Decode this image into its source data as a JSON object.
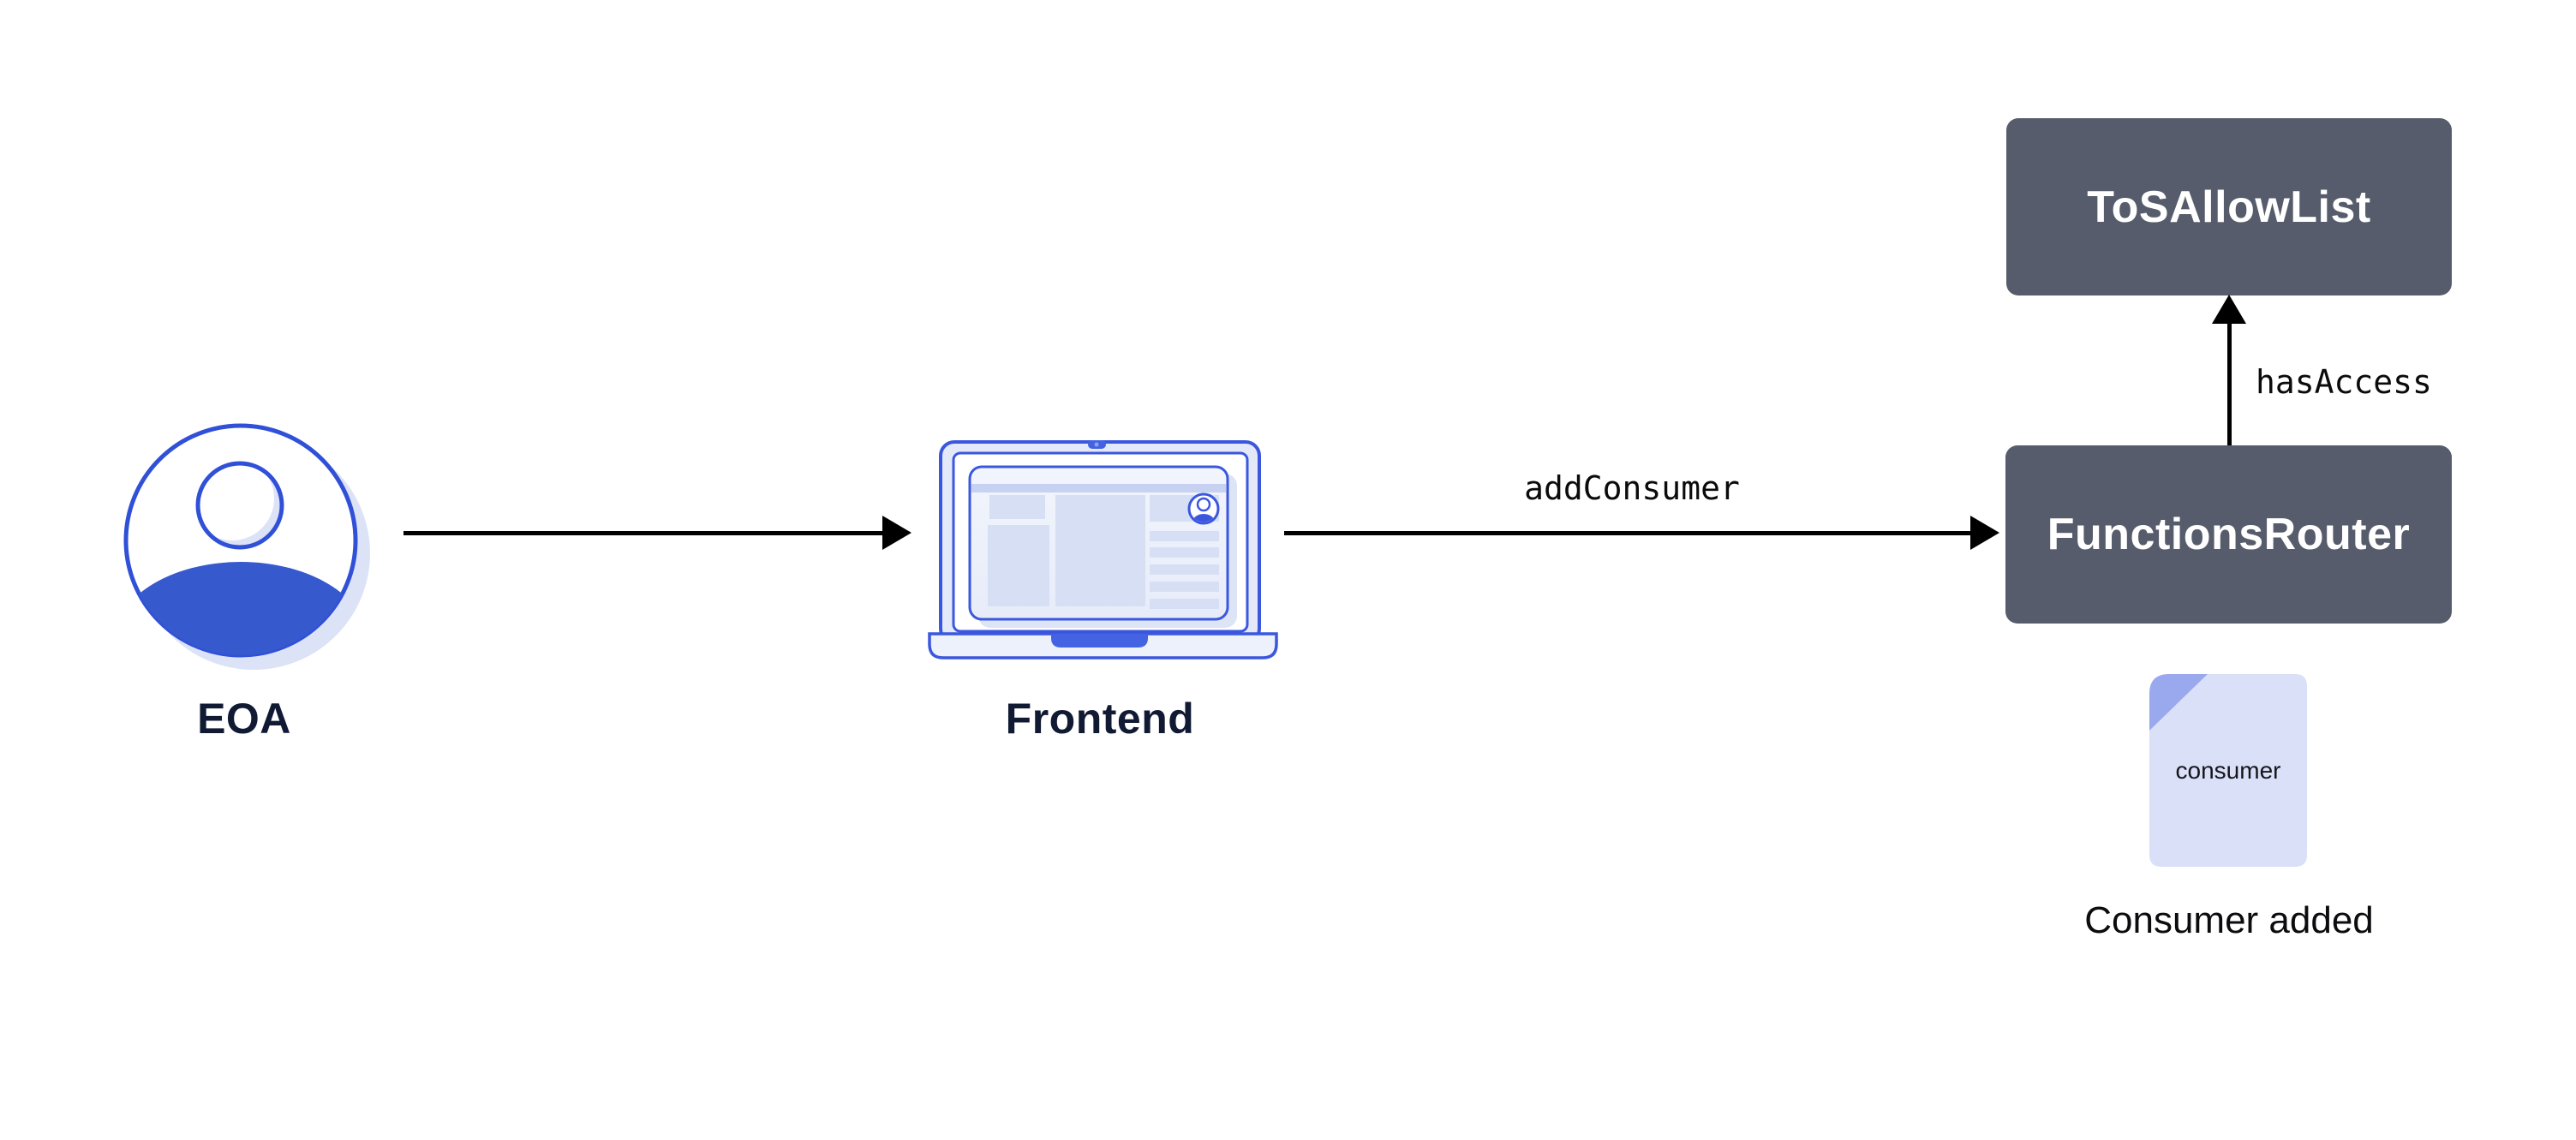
{
  "diagram": {
    "title": "",
    "nodes": {
      "eoa": {
        "label": "EOA",
        "icon": "user-avatar-icon"
      },
      "frontend": {
        "label": "Frontend",
        "icon": "laptop-browser-icon"
      },
      "tos_allow_list": {
        "label": "ToSAllowList"
      },
      "functions_router": {
        "label": "FunctionsRouter"
      },
      "consumer_document": {
        "file_label": "consumer",
        "caption": "Consumer added",
        "icon": "document-file-icon"
      }
    },
    "edges": {
      "eoa_to_frontend": {
        "style": "solid-arrow-right"
      },
      "frontend_to_functions_router": {
        "label": "addConsumer",
        "style": "solid-arrow-right"
      },
      "functions_router_to_tos_allow_list": {
        "label": "hasAccess",
        "style": "solid-arrow-up"
      }
    },
    "colors": {
      "accent_blue_stroke": "#3050D8",
      "avatar_fill_blue": "#3659CE",
      "laptop_stroke_blue": "#3B57DE",
      "notch_blue": "#4463E3",
      "light_periwinkle_fill": "#D7DFF5",
      "shadow_periwinkle": "#DCE3F7",
      "document_body": "#D9E0F7",
      "document_fold": "#9AA8EE",
      "contract_box_slate": "#565C6B",
      "navy_label_text": "#101A33",
      "arrow_black": "#000000",
      "background": "#FFFFFF"
    }
  }
}
